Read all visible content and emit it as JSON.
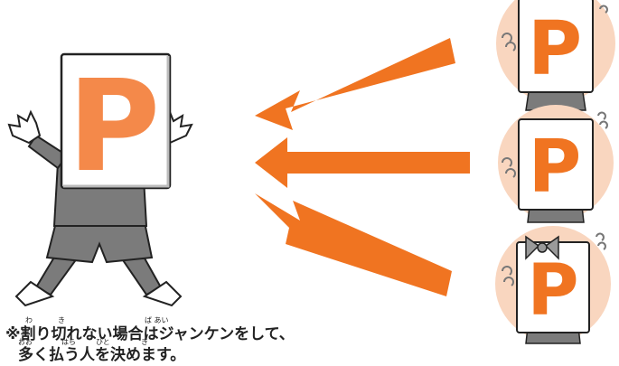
{
  "card_letter": "P",
  "colors": {
    "orange": "#f07421",
    "peach": "#f9d6bf",
    "letter": "#f4894a",
    "gray": "#7b7b7b",
    "outline": "#222222"
  },
  "note": {
    "line1": "※割り切れない場合はジャンケンをして、",
    "line2": "多く払う人を決めます。",
    "ruby": {
      "wa": "わ",
      "ki": "き",
      "baai": "ば あい",
      "oo": "おお",
      "hara": "はら",
      "hito": "ひと",
      "ki2": "き"
    }
  }
}
